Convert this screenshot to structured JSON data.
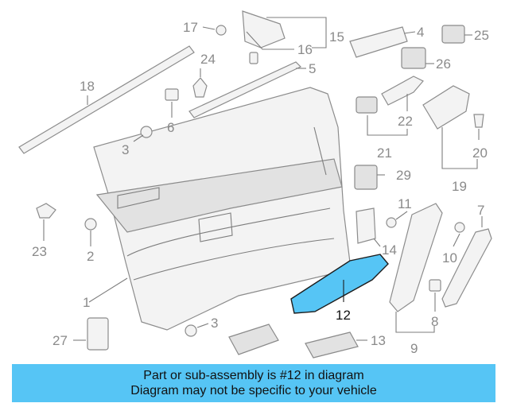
{
  "diagram": {
    "highlight_color": "#56c5f5",
    "highlighted_part": "12",
    "callouts": {
      "c1": "1",
      "c2": "2",
      "c3a": "3",
      "c3b": "3",
      "c4": "4",
      "c5": "5",
      "c6": "6",
      "c7": "7",
      "c8": "8",
      "c9": "9",
      "c10": "10",
      "c11": "11",
      "c12": "12",
      "c13": "13",
      "c14": "14",
      "c15": "15",
      "c16": "16",
      "c17": "17",
      "c18": "18",
      "c19": "19",
      "c20": "20",
      "c21": "21",
      "c22": "22",
      "c23": "23",
      "c24": "24",
      "c25": "25",
      "c26": "26",
      "c27": "27",
      "c29": "29"
    }
  },
  "banner": {
    "line1": "Part or sub-assembly is #12 in diagram",
    "line2": "Diagram may not be specific to your vehicle"
  }
}
